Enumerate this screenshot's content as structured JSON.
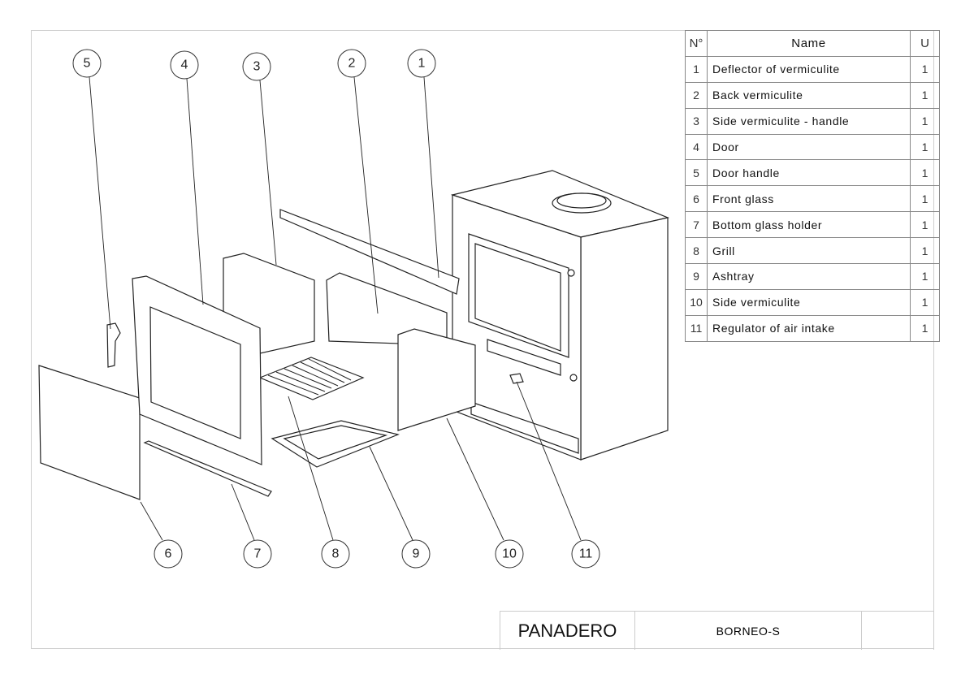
{
  "bom": {
    "headers": {
      "no": "N°",
      "name": "Name",
      "units": "U"
    },
    "rows": [
      {
        "no": "1",
        "name": "Deflector of vermiculite",
        "units": "1"
      },
      {
        "no": "2",
        "name": "Back vermiculite",
        "units": "1"
      },
      {
        "no": "3",
        "name": "Side vermiculite - handle",
        "units": "1"
      },
      {
        "no": "4",
        "name": "Door",
        "units": "1"
      },
      {
        "no": "5",
        "name": "Door handle",
        "units": "1"
      },
      {
        "no": "6",
        "name": "Front glass",
        "units": "1"
      },
      {
        "no": "7",
        "name": "Bottom glass holder",
        "units": "1"
      },
      {
        "no": "8",
        "name": "Grill",
        "units": "1"
      },
      {
        "no": "9",
        "name": "Ashtray",
        "units": "1"
      },
      {
        "no": "10",
        "name": "Side vermiculite",
        "units": "1"
      },
      {
        "no": "11",
        "name": "Regulator of air intake",
        "units": "1"
      }
    ]
  },
  "title_block": {
    "brand": "PANADERO",
    "model": "BORNEO-S",
    "extra": ""
  },
  "balloons": [
    "1",
    "2",
    "3",
    "4",
    "5",
    "6",
    "7",
    "8",
    "9",
    "10",
    "11"
  ]
}
